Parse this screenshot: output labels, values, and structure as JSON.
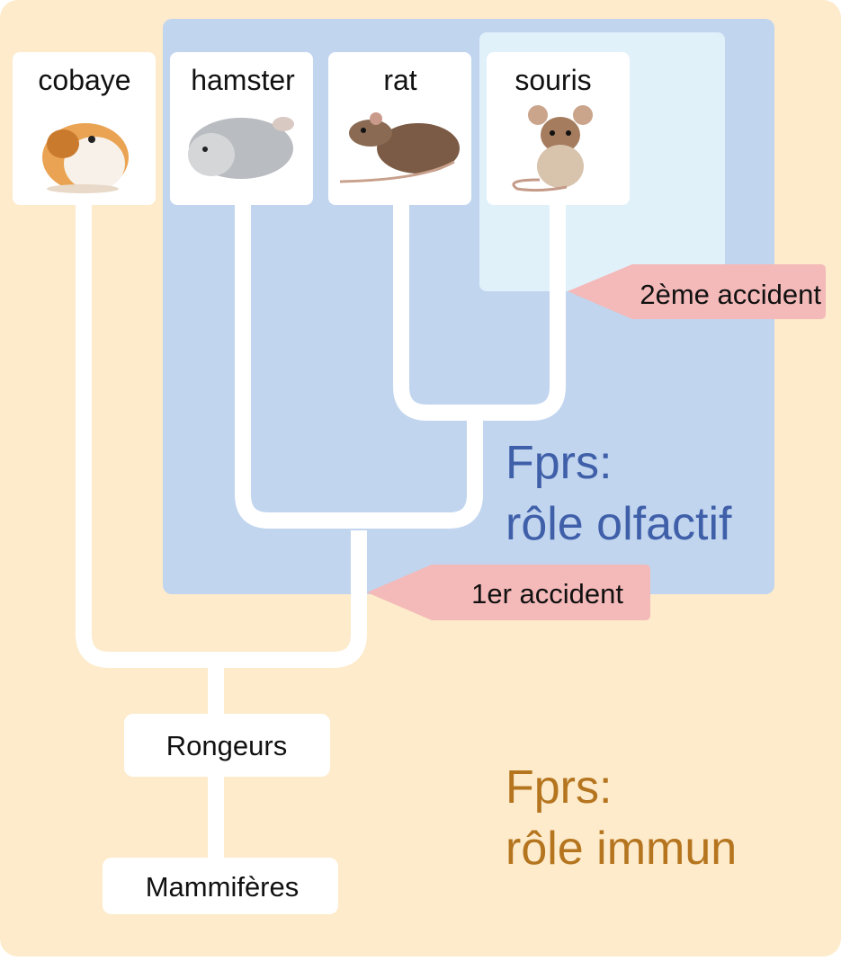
{
  "title": "Phylogeny of Fprs in rodents",
  "colors": {
    "background": "#fdebcb",
    "olfactory_zone": "#c1d5ef",
    "second_zone": "#e1f1fa",
    "accident_label": "#f4b9b9",
    "olfactory_text": "#3f5fa9",
    "immune_text": "#b5751f"
  },
  "species": [
    {
      "label": "cobaye",
      "icon": "guinea-pig-photo"
    },
    {
      "label": "hamster",
      "icon": "hamster-photo"
    },
    {
      "label": "rat",
      "icon": "rat-photo"
    },
    {
      "label": "souris",
      "icon": "mouse-photo"
    }
  ],
  "nodes": {
    "rodents": "Rongeurs",
    "mammals": "Mammifères"
  },
  "events": {
    "first": "1er accident",
    "second": "2ème accident"
  },
  "zones": {
    "olfactory": {
      "line1": "Fprs:",
      "line2": "rôle olfactif"
    },
    "immune": {
      "line1": "Fprs:",
      "line2": "rôle immun"
    }
  }
}
